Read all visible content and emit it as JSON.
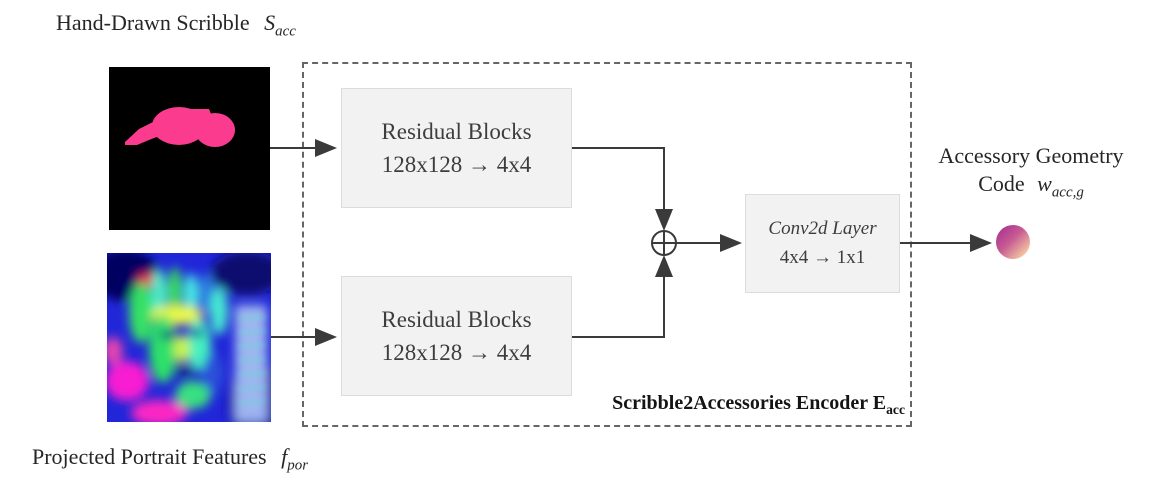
{
  "labels": {
    "scribble": {
      "text": "Hand-Drawn Scribble",
      "symbol": "S",
      "subscript": "acc"
    },
    "portrait": {
      "text": "Projected Portrait Features",
      "symbol": "f",
      "subscript": "por"
    },
    "output": {
      "line1": "Accessory Geometry",
      "line2_text": "Code",
      "symbol": "w",
      "subscript": "acc,g"
    },
    "encoder": {
      "text": "Scribble2Accessories Encoder E",
      "subscript": "acc"
    }
  },
  "blocks": {
    "residual_top": {
      "line1": "Residual Blocks",
      "line2": "128x128 → 4x4"
    },
    "residual_bottom": {
      "line1": "Residual Blocks",
      "line2": "128x128 → 4x4"
    },
    "conv": {
      "line1": "Conv2d Layer",
      "line2": "4x4 → 1x1"
    }
  },
  "symbols": {
    "merge_operator": "circled-plus"
  },
  "colors": {
    "scribble_pink": "#fb3c8e",
    "scribble_background": "#000000",
    "block_fill": "#f2f2f2",
    "block_border": "#dcdcdc",
    "arrow": "#3a3a3a",
    "dashed_border": "#666666",
    "ball_gradient_from": "#a93394",
    "ball_gradient_to": "#f6cda2"
  }
}
